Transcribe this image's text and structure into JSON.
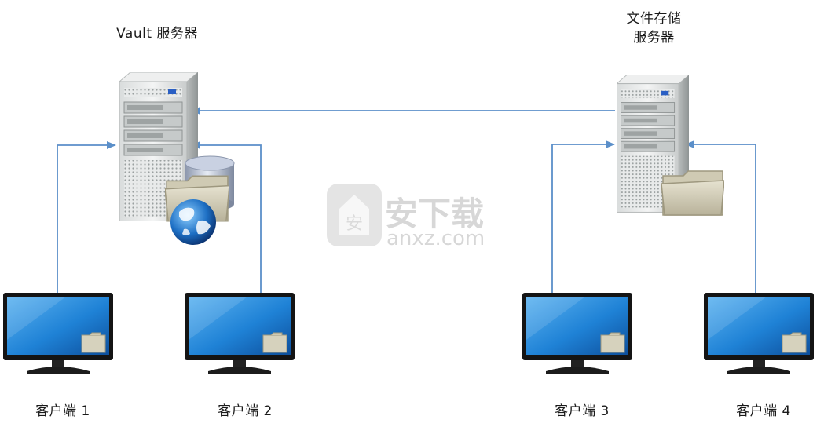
{
  "servers": {
    "vault": {
      "label": "Vault 服务器"
    },
    "file_store": {
      "label_line1": "文件存储",
      "label_line2": "服务器"
    }
  },
  "clients": [
    {
      "label": "客户端  1"
    },
    {
      "label": "客户端  2"
    },
    {
      "label": "客户端  3"
    },
    {
      "label": "客户端  4"
    }
  ],
  "watermark": {
    "cn": "安下载",
    "url": "anxz.com",
    "badge": "安"
  },
  "colors": {
    "arrow": "#5b8fc9",
    "screen": "#1e7fd0",
    "bezel": "#1a1a1a"
  }
}
